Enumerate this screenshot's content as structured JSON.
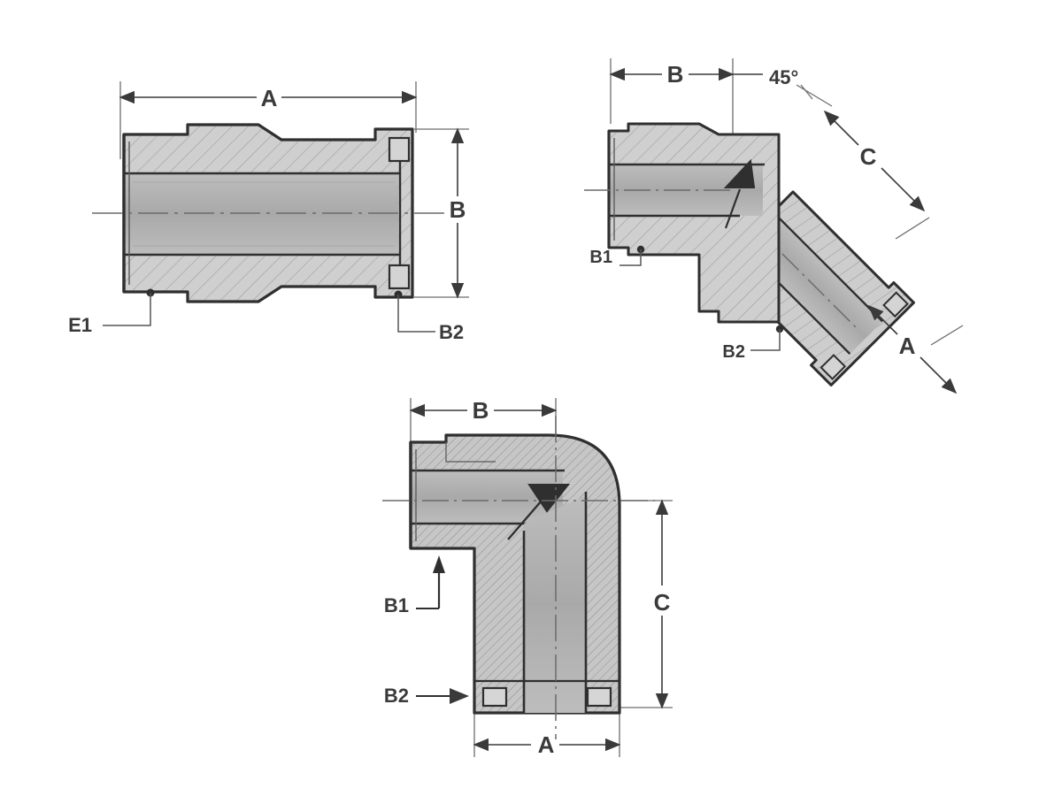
{
  "drawing": {
    "title": "Pipe Fitting Cross-Section Dimension Drawing",
    "background_color": "#ffffff",
    "line_color": "#3a3a3a",
    "fill_color": "#c9c9c9",
    "hatch_color": "#8e8e8e",
    "bore_color": "#b4b4b4"
  },
  "views": [
    {
      "id": "view-straight-coupling",
      "name": "straight-coupling-section",
      "description": "Straight coupling / adapter shown in cross section",
      "labels": [
        {
          "key": "A",
          "text": "A",
          "role": "overall-length-dimension"
        },
        {
          "key": "B",
          "text": "B",
          "role": "outside-diameter-dimension"
        },
        {
          "key": "E1",
          "text": "E1",
          "role": "leader-callout-left-end"
        },
        {
          "key": "B2",
          "text": "B2",
          "role": "leader-callout-right-end"
        }
      ]
    },
    {
      "id": "view-45-elbow",
      "name": "45-degree-elbow-section",
      "description": "45 degree elbow shown in cross section",
      "labels": [
        {
          "key": "B",
          "text": "B",
          "role": "center-to-end-dimension"
        },
        {
          "key": "ANG",
          "text": "45°",
          "role": "angle-annotation"
        },
        {
          "key": "C",
          "text": "C",
          "role": "diagonal-center-to-end-dimension"
        },
        {
          "key": "A",
          "text": "A",
          "role": "diagonal-overall-dimension"
        },
        {
          "key": "B1",
          "text": "B1",
          "role": "leader-callout-inlet-end"
        },
        {
          "key": "B2",
          "text": "B2",
          "role": "leader-callout-outlet-end"
        }
      ]
    },
    {
      "id": "view-90-elbow",
      "name": "90-degree-elbow-section",
      "description": "90 degree elbow shown in cross section",
      "labels": [
        {
          "key": "B",
          "text": "B",
          "role": "center-to-end-horizontal-dimension"
        },
        {
          "key": "C",
          "text": "C",
          "role": "center-to-end-vertical-dimension"
        },
        {
          "key": "A",
          "text": "A",
          "role": "overall-width-dimension"
        },
        {
          "key": "B1",
          "text": "B1",
          "role": "leader-callout-inlet-end"
        },
        {
          "key": "B2",
          "text": "B2",
          "role": "leader-callout-outlet-end"
        }
      ]
    }
  ]
}
